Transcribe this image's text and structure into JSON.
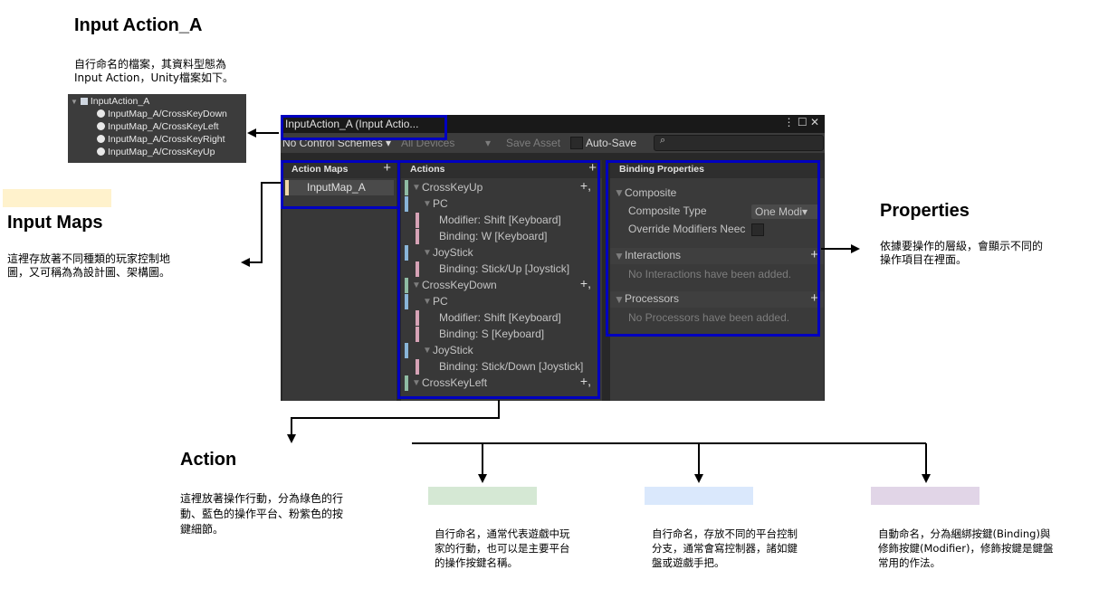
{
  "input_action": {
    "title": "Input Action_A",
    "desc": "自行命名的檔案，其資料型態為\nInput Action，Unity檔案如下。"
  },
  "tree": {
    "root": "InputAction_A",
    "items": [
      "InputMap_A/CrossKeyDown",
      "InputMap_A/CrossKeyLeft",
      "InputMap_A/CrossKeyRight",
      "InputMap_A/CrossKeyUp"
    ]
  },
  "input_maps": {
    "title": "Input Maps",
    "desc": "這裡存放著不同種類的玩家控制地\n圖，又可稱為為設計圖、架構圖。"
  },
  "properties": {
    "title": "Properties",
    "desc": "依據要操作的層級，會顯示不同的\n操作項目在裡面。"
  },
  "action": {
    "title": "Action",
    "desc": "這裡放著操作行動，分為綠色的行\n動、藍色的操作平台、粉紫色的按\n鍵細節。"
  },
  "notes": {
    "green": "自行命名，通常代表遊戲中玩\n家的行動，也可以是主要平台\n的操作按鍵名稱。",
    "blue": "自行命名，存放不同的平台控制\n分支，通常會寫控制器，諸如鍵\n盤或遊戲手把。",
    "purple": "自動命名，分為綑綁按鍵(Binding)與\n修飾按鍵(Modifier)，修飾按鍵是鍵盤\n常用的作法。"
  },
  "colors": {
    "green": "#d5e8d4",
    "blue": "#dae8fc",
    "purple": "#e1d5e7",
    "yellow": "#fff2cc",
    "highlight": "#0000c0",
    "action_bar": "#8fbca3",
    "platform_bar": "#89b5d8",
    "binding_bar": "#d6a2b6"
  },
  "window": {
    "title": "InputAction_A (Input Actio...",
    "controls": "⋮ ☐ ✕",
    "toolbar": {
      "scheme": "No Control Schemes ▾",
      "devices": "All Devices",
      "devices_caret": "▾",
      "save": "Save Asset",
      "autosave": "Auto-Save",
      "search_icon": "⌕"
    },
    "maps_panel": {
      "header": "Action Maps",
      "plus": "+",
      "items": [
        "InputMap_A"
      ]
    },
    "actions_panel": {
      "header": "Actions",
      "plus": "+",
      "rows": [
        "CrossKeyUp",
        "PC",
        "Modifier: Shift [Keyboard]",
        "Binding: W [Keyboard]",
        "JoyStick",
        "Binding: Stick/Up [Joystick]",
        "CrossKeyDown",
        "PC",
        "Modifier: Shift [Keyboard]",
        "Binding: S [Keyboard]",
        "JoyStick",
        "Binding: Stick/Down [Joystick]",
        "CrossKeyLeft"
      ],
      "row_plus": "+,"
    },
    "binding_panel": {
      "header": "Binding Properties",
      "composite": "Composite",
      "composite_type_label": "Composite Type",
      "composite_type_value": "One Modi▾",
      "override_label": "Override Modifiers Neec",
      "interactions": "Interactions",
      "interactions_empty": "No Interactions have been added.",
      "processors": "Processors",
      "processors_empty": "No Processors have been added.",
      "plus": "+"
    }
  }
}
